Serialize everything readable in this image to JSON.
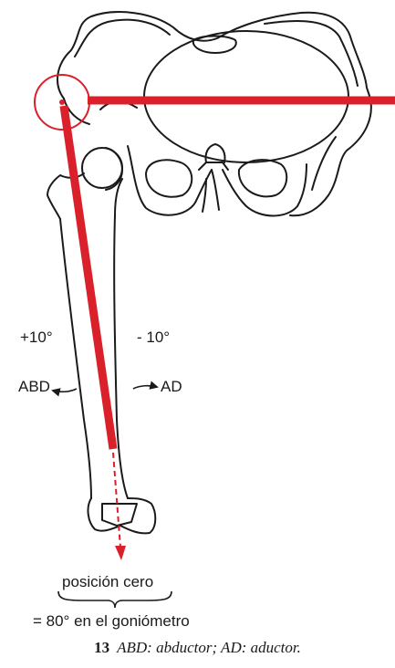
{
  "colors": {
    "accent": "#d9202b",
    "bone": "#1a1a1a"
  },
  "labels": {
    "plus10": "+10°",
    "minus10": "- 10°",
    "abd": "ABD",
    "ad": "AD",
    "zero_position": "posición cero",
    "goniometer": "=  80° en el goniómetro"
  },
  "caption": {
    "number": "13",
    "text": "ABD: abductor; AD: aductor."
  }
}
